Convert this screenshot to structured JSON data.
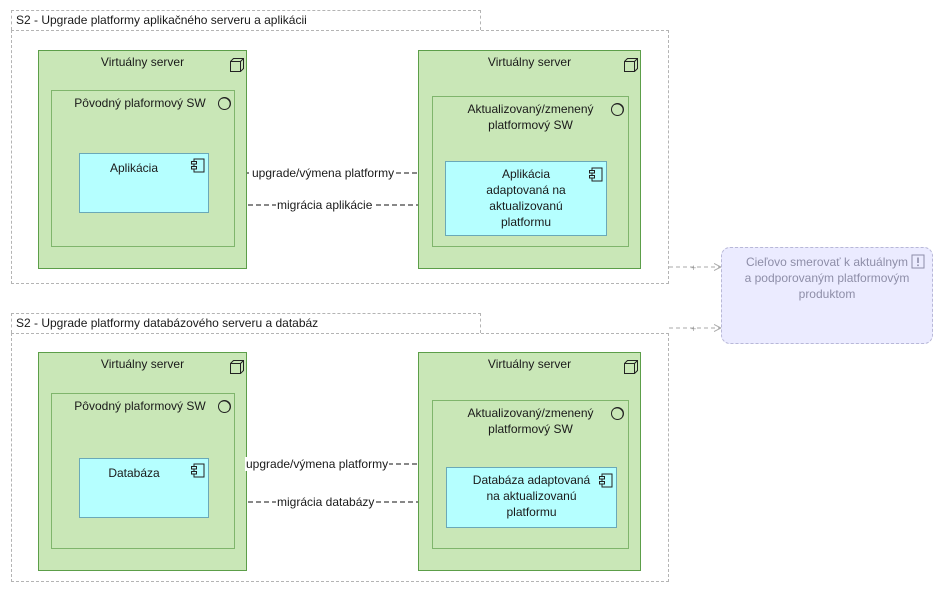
{
  "groups": [
    {
      "title": "S2 - Upgrade platformy aplikačného serveru a aplikácii"
    },
    {
      "title": "S2 - Upgrade platformy databázového serveru a databáz"
    }
  ],
  "top": {
    "left_node": {
      "title": "Virtuálny server",
      "software": "Pôvodný plaformový SW",
      "component": "Aplikácia"
    },
    "right_node": {
      "title": "Virtuálny server",
      "software": "Aktualizovaný/zmenený platformový SW",
      "component": "Aplikácia adaptovaná na aktualizovanú platformu"
    },
    "edge_upgrade": "upgrade/výmena platformy",
    "edge_migration": "migrácia aplikácie"
  },
  "bottom": {
    "left_node": {
      "title": "Virtuálny server",
      "software": "Pôvodný plaformový SW",
      "component": "Databáza"
    },
    "right_node": {
      "title": "Virtuálny server",
      "software": "Aktualizovaný/zmenený platformový SW",
      "component": "Databáza adaptovaná na aktualizovanú platformu"
    },
    "edge_upgrade": "upgrade/výmena platformy",
    "edge_migration": "migrácia databázy"
  },
  "goal": {
    "text": "Cieľovo smerovať k aktuálnym a podporovaným platformovým produktom"
  },
  "colors": {
    "node": "#c9e7b7",
    "component": "#b5ffff",
    "goal": "#ebebff",
    "group_border": "#b4b4b4"
  }
}
